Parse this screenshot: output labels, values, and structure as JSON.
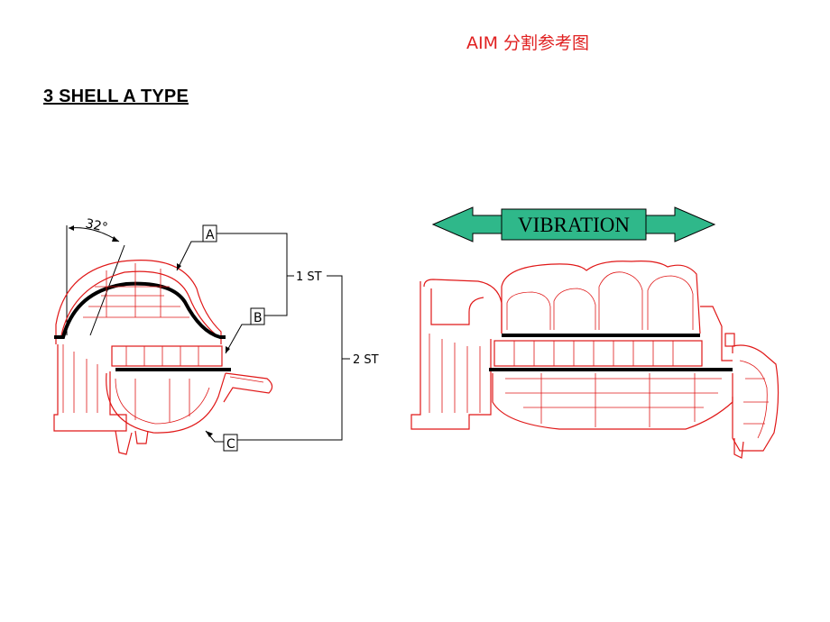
{
  "header": {
    "note": "AIM 分割参考图",
    "note_color": "#e02020"
  },
  "title": "3 SHELL A TYPE",
  "side_view": {
    "angle_label": "32°",
    "weld_labels": [
      "A",
      "B",
      "C"
    ],
    "stage_labels": [
      "1 ST",
      "2 ST"
    ]
  },
  "front_view": {
    "vibration_label": "VIBRATION",
    "arrow_color": "#2fb88a"
  },
  "colors": {
    "cad_lines": "#e01818",
    "weld_lines": "#000000"
  }
}
